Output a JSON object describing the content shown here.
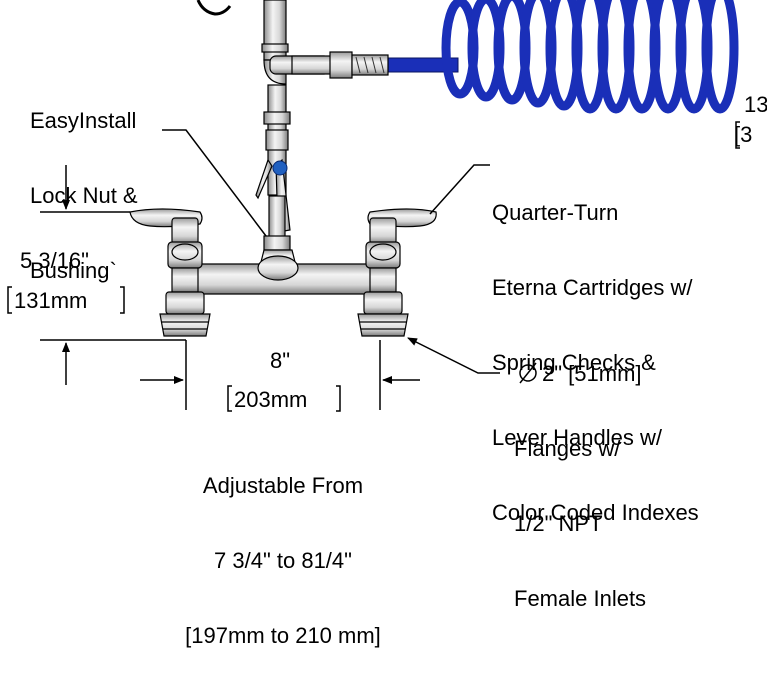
{
  "labels": {
    "lock_nut": [
      "EasyInstall",
      "Lock Nut &",
      "Bushing`"
    ],
    "cartridges": [
      "Quarter-Turn",
      "Eterna Cartridges w/",
      "Spring Checks &",
      "Lever Handles w/",
      "Color Coded Indexes"
    ],
    "height_in": "5 3/16\"",
    "height_mm": "131mm",
    "width_in": "8\"",
    "width_mm": "203mm",
    "adjustable": [
      "Adjustable From",
      "7 3/4\" to 81/4\"",
      "[197mm to 210 mm]"
    ],
    "flange": [
      "2\" [51mm]",
      "Flanges w/",
      "1/2\" NPT",
      "Female Inlets"
    ],
    "cut_off_a": "13",
    "cut_off_b": "[3"
  },
  "colors": {
    "hose": "#1a2fb8",
    "index_button": "#2060c0",
    "line": "#000000",
    "metal": "#e8e8e8",
    "metal_shade": "#8a8a8a"
  },
  "icons": {
    "diameter": "diameter-icon"
  }
}
